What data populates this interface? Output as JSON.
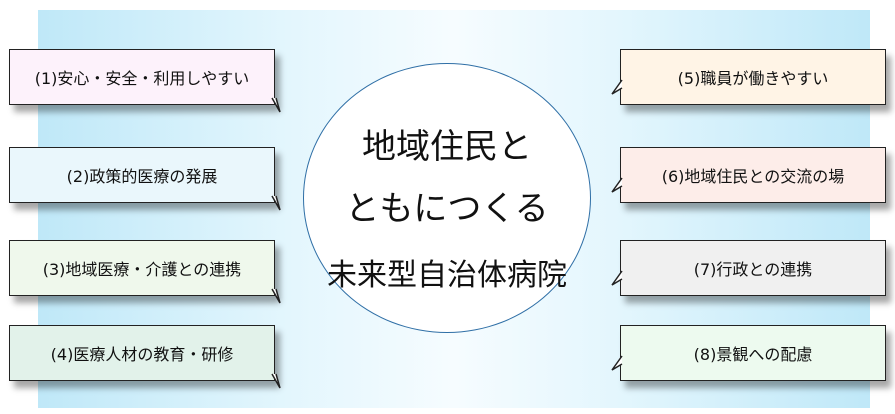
{
  "center": {
    "line1": "地域住民と",
    "line2": "ともにつくる",
    "line3": "未来型自治体病院"
  },
  "items": [
    {
      "label": "(1)安心・安全・利用しやすい",
      "color": "#fdf2fb"
    },
    {
      "label": "(2)政策的医療の発展",
      "color": "#eaf7fc"
    },
    {
      "label": "(3)地域医療・介護との連携",
      "color": "#eff8ec"
    },
    {
      "label": "(4)医療人材の教育・研修",
      "color": "#e2f2ea"
    },
    {
      "label": "(5)職員が働きやすい",
      "color": "#fff4e6"
    },
    {
      "label": "(6)地域住民との交流の場",
      "color": "#fdede9"
    },
    {
      "label": "(7)行政との連携",
      "color": "#f0f0f0"
    },
    {
      "label": "(8)景観への配慮",
      "color": "#edfaef"
    }
  ],
  "colors": {
    "circle_border": "#2f6fa6",
    "background_gradient": "#bfe8f8"
  }
}
